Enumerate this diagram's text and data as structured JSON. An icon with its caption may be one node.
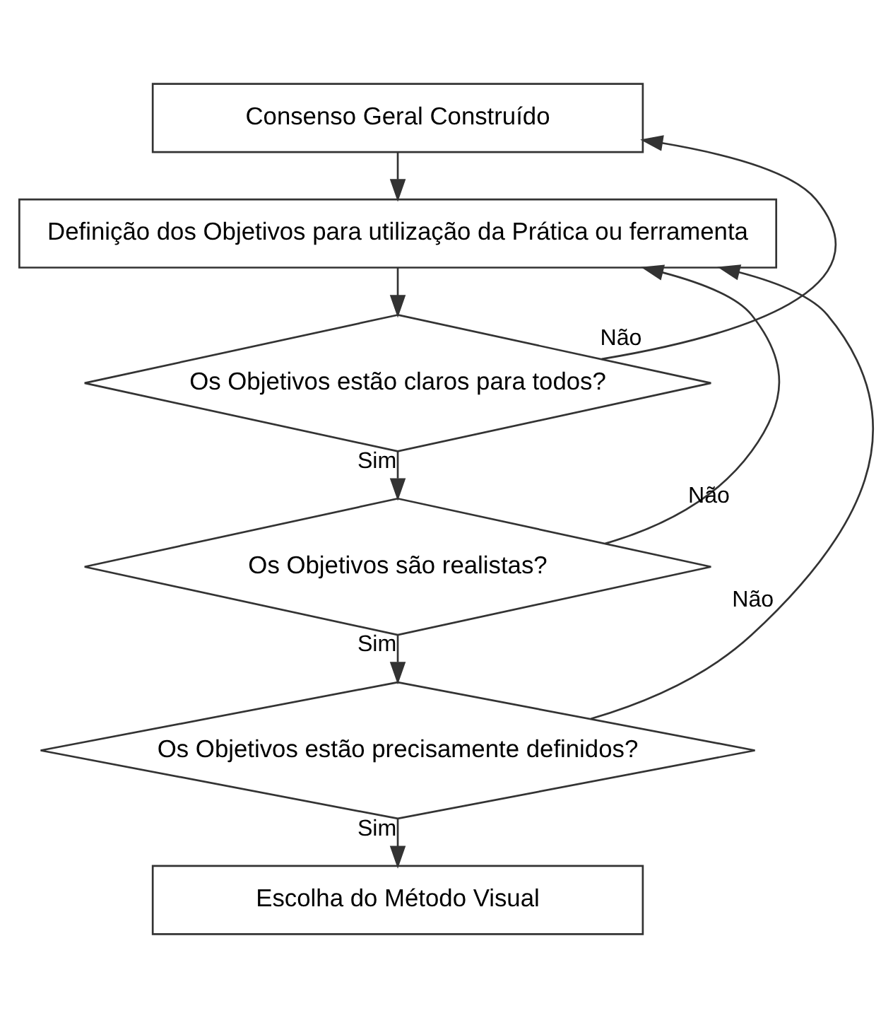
{
  "diagram": {
    "nodes": [
      {
        "text": [
          "Consenso Geral Construído"
        ]
      },
      {
        "text": [
          "Definição dos Objetivos para utilização da Prática ou ferramenta"
        ]
      },
      {
        "text": [
          "Os Objetivos estão claros para todos?"
        ]
      },
      {
        "text": [
          "Os Objetivos são realistas?"
        ]
      },
      {
        "text": [
          "Os Objetivos estão precisamente definidos?"
        ]
      },
      {
        "text": [
          "Escolha do Método Visual"
        ]
      }
    ],
    "edges": [
      {
        "from": 0,
        "to": 1,
        "arrow": "to"
      },
      {
        "from": 1,
        "to": 2,
        "arrow": "to"
      },
      {
        "from": 2,
        "to": 3,
        "arrow": "to",
        "label": "Sim"
      },
      {
        "from": 2,
        "to": 0,
        "arrow": "to",
        "label": "Não"
      },
      {
        "from": 3,
        "to": 4,
        "arrow": "to",
        "label": "Sim"
      },
      {
        "from": 3,
        "to": 1,
        "arrow": "to",
        "label": "Não"
      },
      {
        "from": 4,
        "to": 5,
        "arrow": "to",
        "label": "Sim"
      },
      {
        "from": 4,
        "to": 1,
        "arrow": "to",
        "label": "Não"
      }
    ]
  }
}
